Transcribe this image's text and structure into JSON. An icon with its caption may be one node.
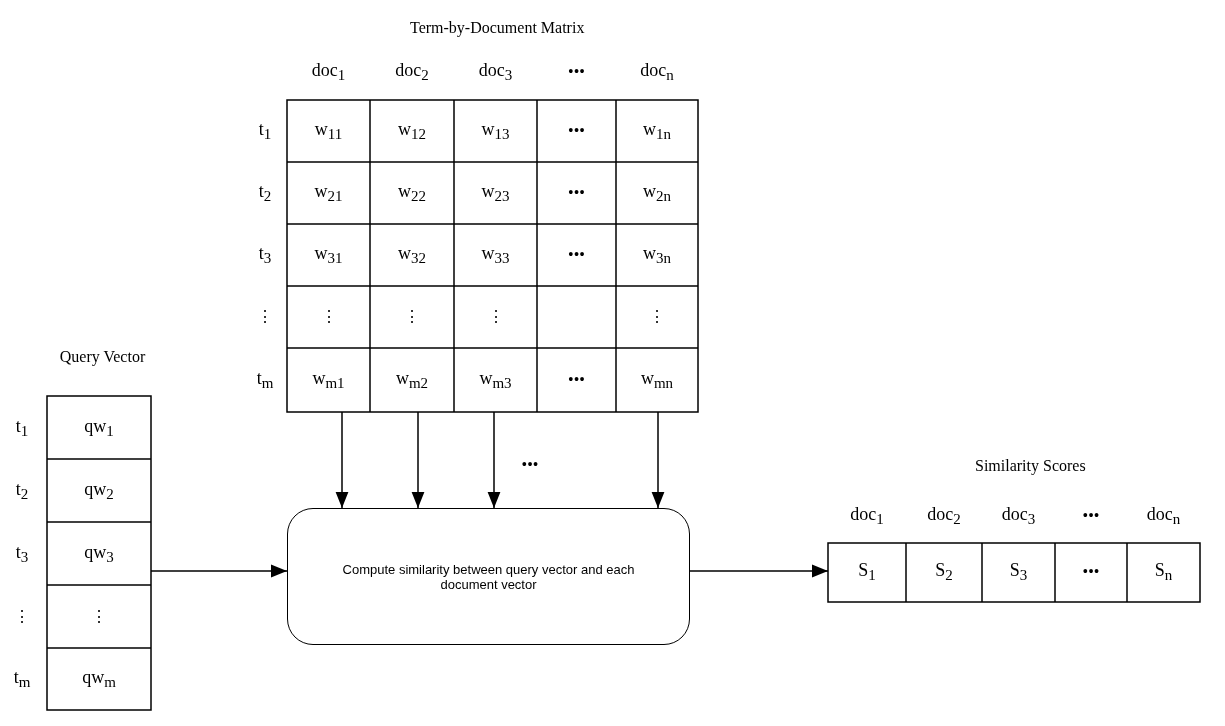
{
  "diagram": {
    "nodes": [
      {
        "text": [
          "Term-by-Document Matrix"
        ]
      },
      {
        "text": [
          "Query Vector"
        ]
      },
      {
        "text": [
          "Compute similarity between query vector and each document vector"
        ]
      },
      {
        "text": [
          "Similarity Scores"
        ]
      }
    ],
    "edges": [
      {
        "from": 0,
        "to": 2,
        "arrow": "to"
      },
      {
        "from": 0,
        "to": 2,
        "arrow": "to"
      },
      {
        "from": 0,
        "to": 2,
        "arrow": "to"
      },
      {
        "from": 0,
        "to": 2,
        "arrow": "to"
      },
      {
        "from": 1,
        "to": 2,
        "arrow": "to"
      },
      {
        "from": 2,
        "to": 3,
        "arrow": "to"
      }
    ],
    "labels": [
      "doc$_{1}$",
      "doc$_{2}$",
      "doc$_{3}$",
      "•••",
      "doc$_{n}$",
      "t$_{1}$",
      "w$_{11}$",
      "w$_{12}$",
      "w$_{13}$",
      "•••",
      "w$_{1n}$",
      "t$_{2}$",
      "w$_{21}$",
      "w$_{22}$",
      "w$_{23}$",
      "•••",
      "w$_{2n}$",
      "t$_{3}$",
      "w$_{31}$",
      "w$_{32}$",
      "w$_{33}$",
      "•••",
      "w$_{3n}$",
      "⋮",
      "⋮",
      "⋮",
      "⋮",
      "⋮",
      "t$_{m}$",
      "w$_{m1}$",
      "w$_{m2}$",
      "w$_{m3}$",
      "•••",
      "w$_{mn}$",
      "•••",
      "t$_{1}$",
      "qw$_{1}$",
      "t$_{2}$",
      "qw$_{2}$",
      "t$_{3}$",
      "qw$_{3}$",
      "⋮",
      "⋮",
      "t$_{m}$",
      "qw$_{m}$",
      "doc$_{1}$",
      "doc$_{2}$",
      "doc$_{3}$",
      "•••",
      "doc$_{n}$",
      "S$_{1}$",
      "S$_{2}$",
      "S$_{3}$",
      "•••",
      "S$_{n}$"
    ]
  }
}
